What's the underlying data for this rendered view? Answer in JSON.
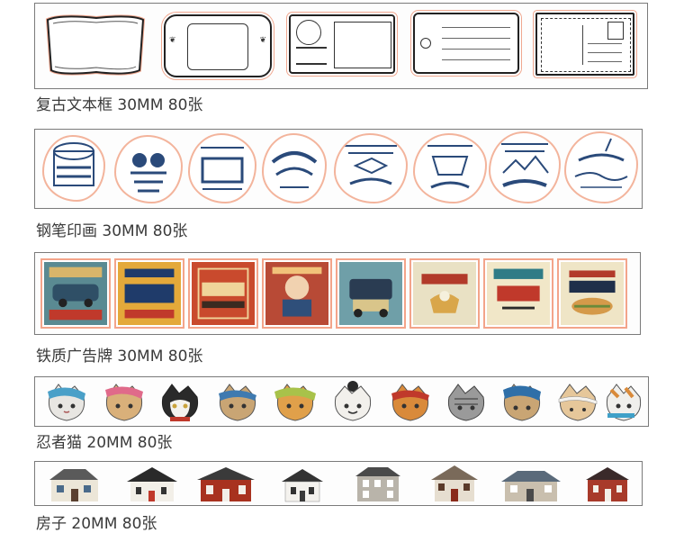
{
  "rows": [
    {
      "caption": "复古文本框 30MM 80张"
    },
    {
      "caption": "钢笔印画 30MM 80张"
    },
    {
      "caption": "铁质广告牌 30MM 80张"
    },
    {
      "caption": "忍者猫 20MM 80张"
    },
    {
      "caption": "房子 20MM 80张"
    }
  ],
  "colors": {
    "sticker_outline": "#f0a890",
    "strip_border": "#7a7a7a",
    "ink": "#222222",
    "pen_blue": "#2a4a7a"
  }
}
